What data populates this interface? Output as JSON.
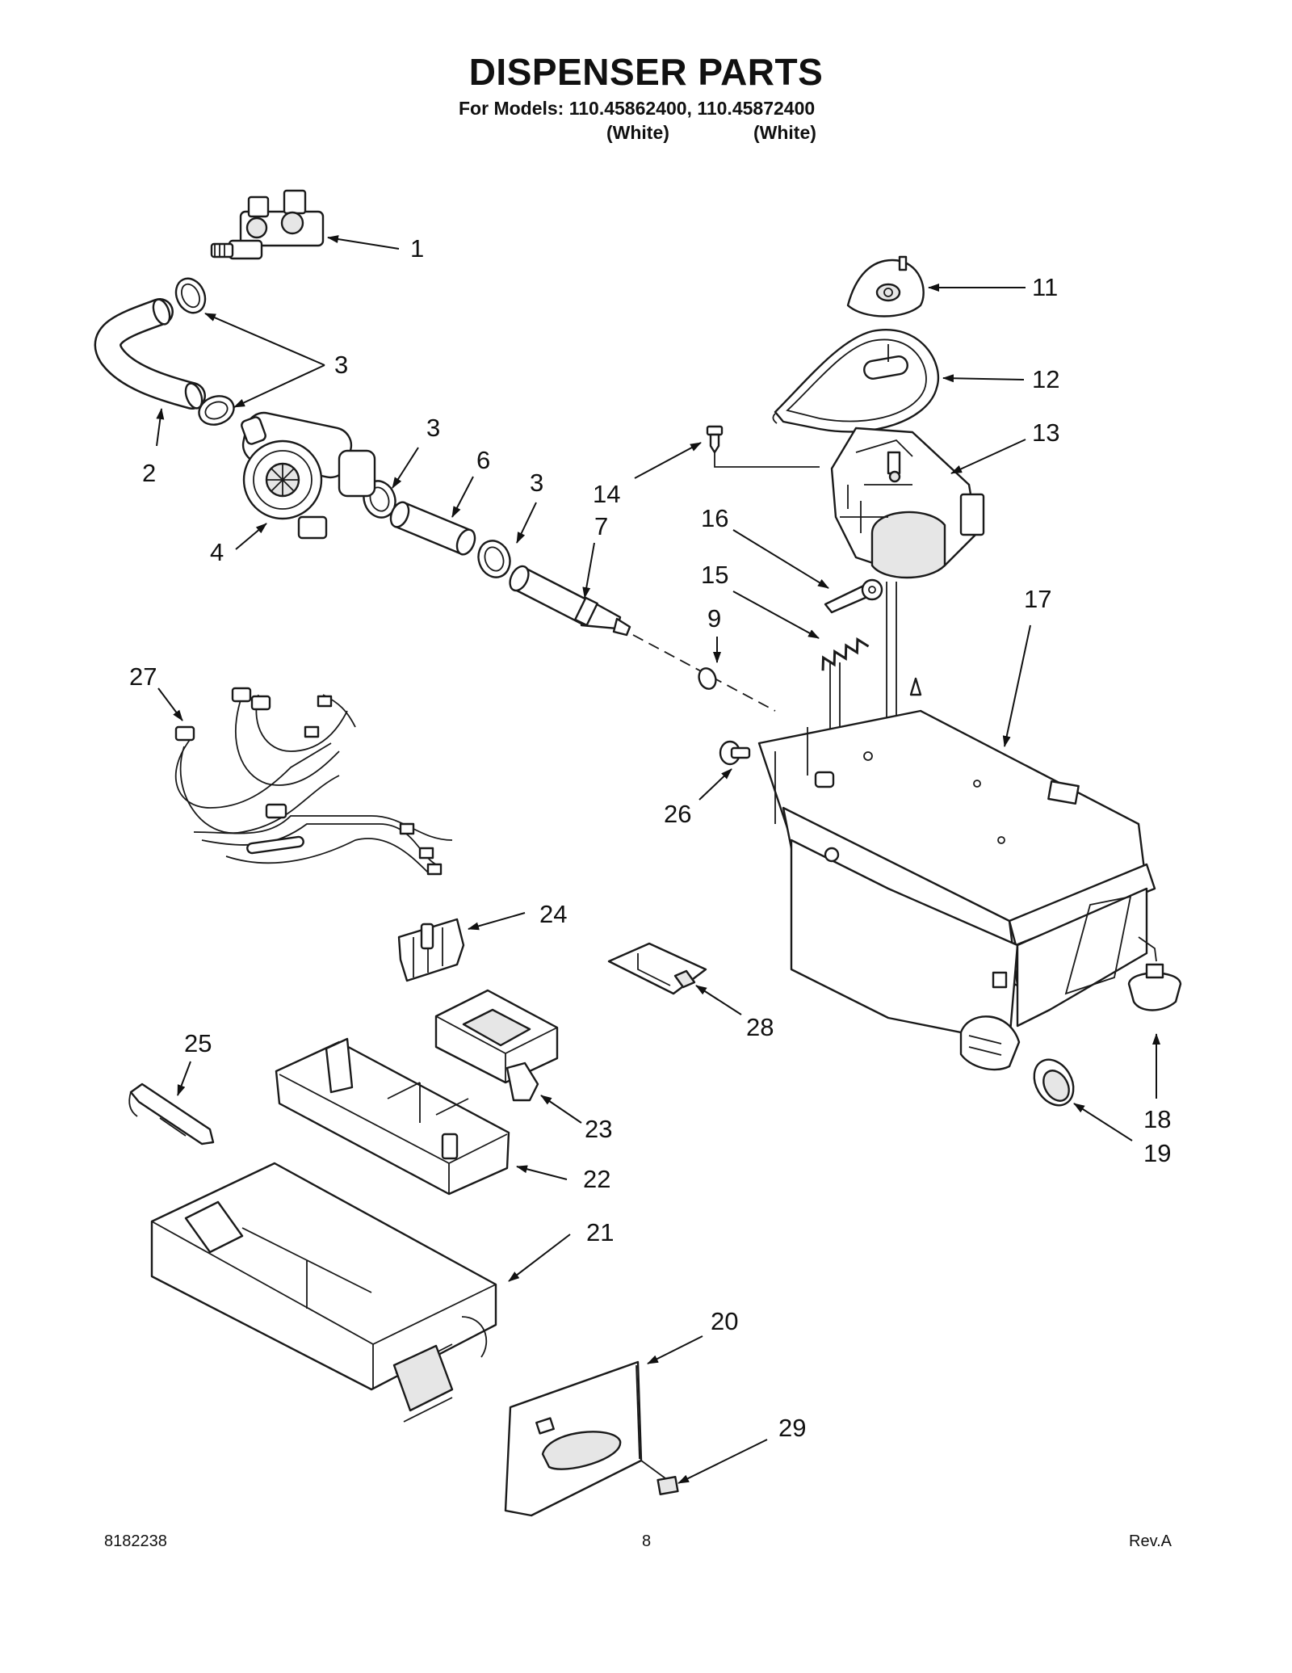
{
  "header": {
    "title": "DISPENSER PARTS",
    "subtitle": "For Models: 110.45862400, 110.45872400",
    "color_1": "(White)",
    "color_2": "(White)"
  },
  "footer": {
    "doc_number": "8182238",
    "page_number": "8",
    "revision": "Rev.A"
  },
  "callouts": [
    {
      "id": "c1",
      "label": "1"
    },
    {
      "id": "c2",
      "label": "2"
    },
    {
      "id": "c3a",
      "label": "3"
    },
    {
      "id": "c3b",
      "label": "3"
    },
    {
      "id": "c3c",
      "label": "3"
    },
    {
      "id": "c4",
      "label": "4"
    },
    {
      "id": "c6",
      "label": "6"
    },
    {
      "id": "c7",
      "label": "7"
    },
    {
      "id": "c9",
      "label": "9"
    },
    {
      "id": "c11",
      "label": "11"
    },
    {
      "id": "c12",
      "label": "12"
    },
    {
      "id": "c13",
      "label": "13"
    },
    {
      "id": "c14",
      "label": "14"
    },
    {
      "id": "c15",
      "label": "15"
    },
    {
      "id": "c16",
      "label": "16"
    },
    {
      "id": "c17",
      "label": "17"
    },
    {
      "id": "c18",
      "label": "18"
    },
    {
      "id": "c19",
      "label": "19"
    },
    {
      "id": "c20",
      "label": "20"
    },
    {
      "id": "c21",
      "label": "21"
    },
    {
      "id": "c22",
      "label": "22"
    },
    {
      "id": "c23",
      "label": "23"
    },
    {
      "id": "c24",
      "label": "24"
    },
    {
      "id": "c25",
      "label": "25"
    },
    {
      "id": "c26",
      "label": "26"
    },
    {
      "id": "c27",
      "label": "27"
    },
    {
      "id": "c28",
      "label": "28"
    },
    {
      "id": "c29",
      "label": "29"
    }
  ]
}
